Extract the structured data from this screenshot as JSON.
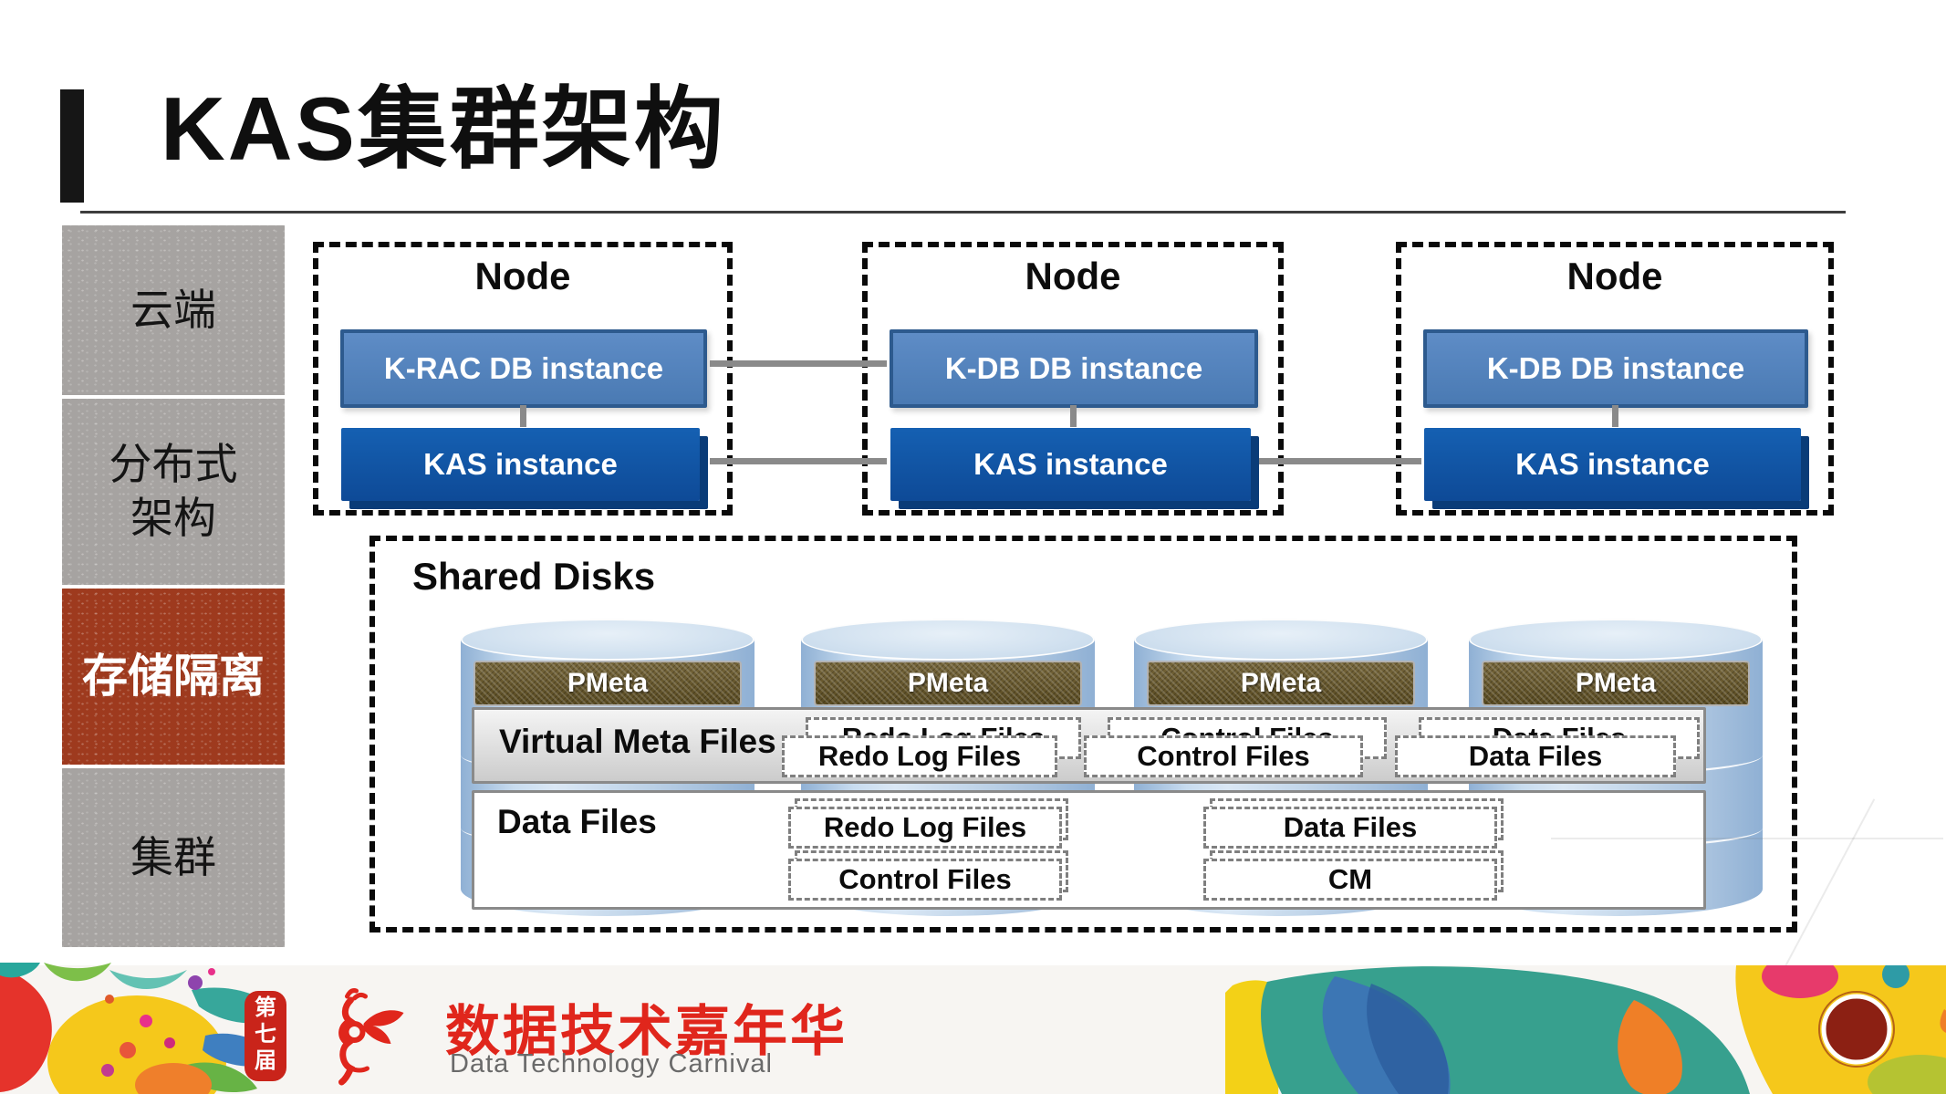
{
  "header": {
    "title": "KAS集群架构"
  },
  "sidebar": {
    "items": [
      {
        "label": "云端",
        "active": false
      },
      {
        "label": "分布式\n架构",
        "active": false
      },
      {
        "label": "存储隔离",
        "active": true
      },
      {
        "label": "集群",
        "active": false
      }
    ]
  },
  "nodes": [
    {
      "title": "Node",
      "db_label": "K-RAC DB instance",
      "kas_label": "KAS instance"
    },
    {
      "title": "Node",
      "db_label": "K-DB DB instance",
      "kas_label": "KAS instance"
    },
    {
      "title": "Node",
      "db_label": "K-DB DB instance",
      "kas_label": "KAS instance"
    }
  ],
  "shared_disks": {
    "title": "Shared Disks",
    "disks": [
      {
        "label": "PMeta"
      },
      {
        "label": "PMeta"
      },
      {
        "label": "PMeta"
      },
      {
        "label": "PMeta"
      }
    ],
    "virtual_meta_band": {
      "label": "Virtual Meta Files",
      "files": [
        "Redo Log Files",
        "Control Files",
        "Data Files"
      ]
    },
    "data_band": {
      "label": "Data Files",
      "files_col1": [
        "Redo Log Files",
        "Control Files"
      ],
      "files_col2": [
        "Data Files",
        "CM"
      ]
    }
  },
  "footer": {
    "edition_seal": "第七届",
    "brand_cn": "数据技术嘉年华",
    "brand_en": "Data Technology Carnival"
  },
  "colors": {
    "accent_light_blue": "#4f81bd",
    "accent_dark_blue": "#1254a8",
    "sidebar_gray": "#a6a3a1",
    "sidebar_active_red": "#9e3a1e",
    "disk_label_olive": "#6a5b2e",
    "brand_red": "#e0261c",
    "connector_gray": "#8a8a8a"
  }
}
